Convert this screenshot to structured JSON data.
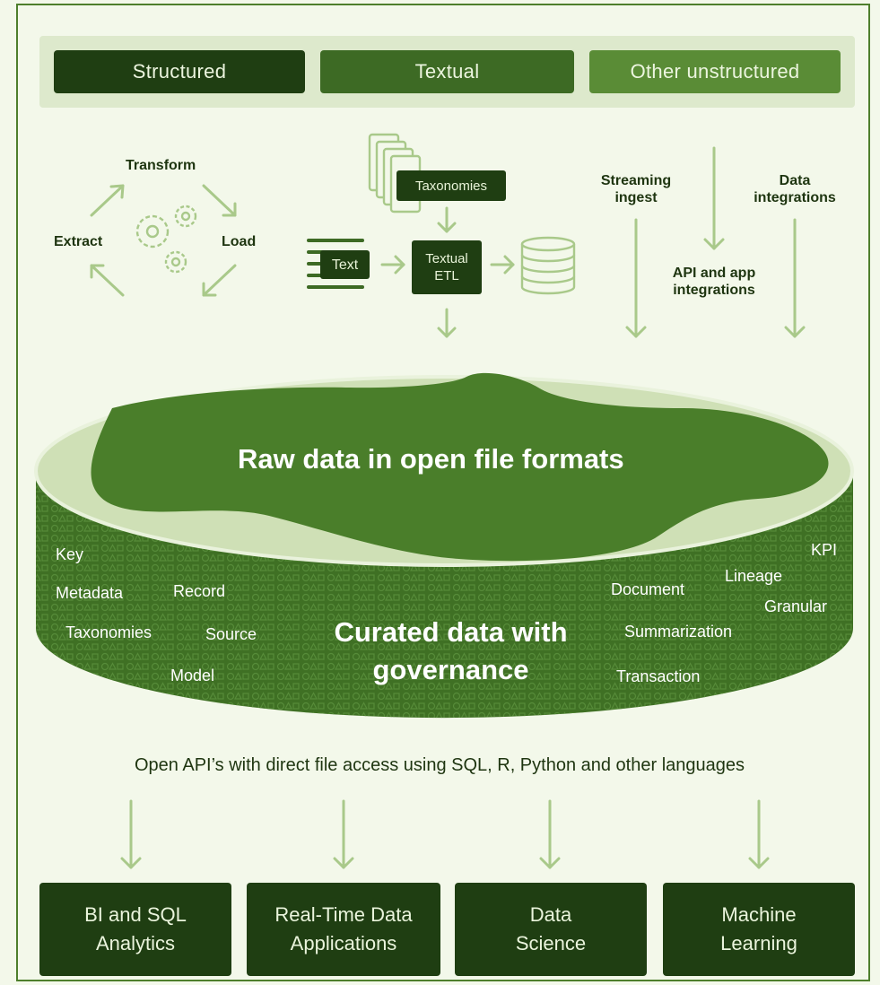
{
  "sources": {
    "structured": "Structured",
    "textual": "Textual",
    "other_unstructured": "Other unstructured"
  },
  "etl": {
    "transform": "Transform",
    "extract": "Extract",
    "load": "Load"
  },
  "textual_pipeline": {
    "taxonomies": "Taxonomies",
    "text": "Text",
    "textual_etl_line1": "Textual",
    "textual_etl_line2": "ETL"
  },
  "integrations": {
    "streaming_line1": "Streaming",
    "streaming_line2": "ingest",
    "data_line1": "Data",
    "data_line2": "integrations",
    "api_line1": "API and app",
    "api_line2": "integrations"
  },
  "lake": {
    "raw_title": "Raw data in open file formats",
    "curated_line1": "Curated data with",
    "curated_line2": "governance",
    "tags_left": [
      "Key",
      "Metadata",
      "Record",
      "Taxonomies",
      "Source",
      "Model"
    ],
    "tags_right": [
      "KPI",
      "Lineage",
      "Document",
      "Granular",
      "Summarization",
      "Transaction"
    ]
  },
  "api_access": "Open API’s with direct file access using SQL, R, Python and other languages",
  "consumers": {
    "bi": {
      "line1": "BI and SQL",
      "line2": "Analytics"
    },
    "realtime": {
      "line1": "Real-Time Data",
      "line2": "Applications"
    },
    "datascience": {
      "line1": "Data",
      "line2": "Science"
    },
    "ml": {
      "line1": "Machine",
      "line2": "Learning"
    }
  },
  "colors": {
    "background": "#f3f8ea",
    "dark_green": "#1f3e12",
    "mid_green": "#3d6a24",
    "light_green": "#5a8c36",
    "pale_band": "#dde9cc",
    "arrow": "#a9c98a",
    "disk_top": "#cfe0b6",
    "disk_pool": "#4a7e2a",
    "disk_side": "#3f7024"
  }
}
